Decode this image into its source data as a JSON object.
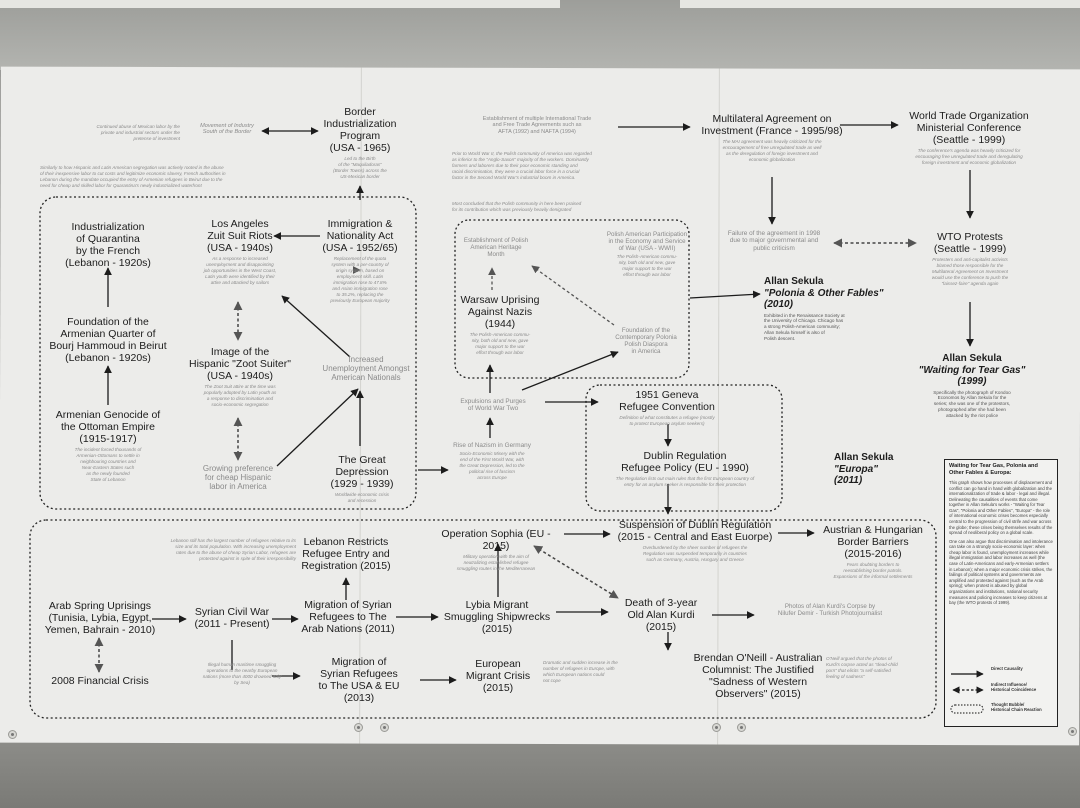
{
  "colors": {
    "ink": "#1c1c1c",
    "faint": "#8a8a8a",
    "paper": "#ececea"
  },
  "nodes": {
    "border": {
      "title": "Border\nIndustrialization\nProgram\n(USA - 1965)",
      "sub": "Led to the Birth\nof the \"Maquiladoras\"\n(Border Towns) across the\nUS-Mexican border"
    },
    "movement": {
      "title": "Movement of Industry\nSouth of the Border"
    },
    "fta": {
      "title": "Establishment of multiple International Trade\nand Free Trade Agreements such as\nAFTA (1992) and NAFTA (1994)"
    },
    "mai": {
      "title": "Multilateral Agreement on\nInvestment (France - 1995/98)",
      "sub": "The MAI agreement was heavily criticized for the\nencouragement of free unregulated trade as well\nas the deregulation of foreign investment and\neconomic globalization"
    },
    "wto": {
      "title": "World Trade Organization\nMinisterial Conference\n(Seattle - 1999)",
      "sub": "The conference's agenda was heavily criticized for\nencouraging free unregulated trade and deregulating\nforeign investment and economic globalization"
    },
    "quarantina": {
      "title": "Industrialization\nof Quarantina\nby the French\n(Lebanon - 1920s)"
    },
    "la_riots": {
      "title": "Los Angeles\nZuit Suit Riots\n(USA - 1940s)",
      "sub": "As a response to increased\nunemployment and disappointing\njob opportunities in the West Coast,\nLatin youth were identified by their\nattire and attacked by sailors"
    },
    "immigration": {
      "title": "Immigration &\nNationality Act\n(USA - 1952/65)",
      "sub": "Replacement of the quota\nsystem with a per-country of\norigin system, based on\nemployment skill. Latin\nimmigration rose to 47.8%\nand Asian immigration rose\nto 35.2%, replacing the\npreviously European majority"
    },
    "armenian_quarter": {
      "title": "Foundation of the\nArmenian Quarter of\nBourj Hammoud in Beirut\n(Lebanon - 1920s)"
    },
    "zoot": {
      "title": "Image of the\nHispanic \"Zoot Suiter\"\n(USA - 1940s)",
      "sub": "The Zoot Suit attire at the time was\npopularly adopted by Latin youth as\na response to discrimination and\nsocio-economic segregation"
    },
    "unemployment": {
      "title": "Increased\nUnemployment Amongst\nAmerican Nationals"
    },
    "genocide": {
      "title": "Armenian Genocide of\nthe Ottoman Empire\n(1915-1917)",
      "sub": "The incident forced thousands of\nArmenian-Ottomans to settle in\nneighbouring countries and\nNear-Eastern States such\nas the newly founded\nState of Lebanon"
    },
    "preference": {
      "title": "Growing preference\nfor cheap Hispanic\nlabor in America"
    },
    "depression": {
      "title": "The Great\nDepression\n(1929 - 1939)",
      "sub": "Worldwide economic crisis\nand recession"
    },
    "polish_heritage": {
      "title": "Establishment of Polish\nAmerican Heritage\nMonth"
    },
    "polish_participation": {
      "title": "Polish American Participation\nin the Economy and Service\nof War (USA - WWII)",
      "sub": "The Polish-American commu-\nnity, both old and new, gave\nmajor support to the war\neffort through war labor"
    },
    "warsaw": {
      "title": "Warsaw Uprising\nAgainst Nazis\n(1944)",
      "sub": "The Polish-American commu-\nnity, both old and new, gave\nmajor support to the war\neffort through war labor"
    },
    "polish_diaspora": {
      "title": "Foundation of the\nContemporary Polonia\nPolish Diaspora\nin America"
    },
    "failure": {
      "title": "Failure of the agreement in 1998\ndue to major governmental and\npublic criticism"
    },
    "wto_protests": {
      "title": "WTO Protests\n(Seattle - 1999)",
      "sub": "Protesters and anti-capitalist activists\nblamed those responsible for the\nMultilateral Agreement on Investment\nwould use the conference to push the\n\"laissez-faire\" agenda again"
    },
    "polonia": {
      "title": "Allan Sekula",
      "work": "\"Polonia & Other Fables\"\n(2010)",
      "sub": "Exhibited in the Renaissance Society at\nthe University of Chicago. Chicago has\na strong Polish-American community;\nAllan Sekula himself is also of\nPolish descent."
    },
    "tear_gas": {
      "title": "Allan Sekula",
      "work": "\"Waiting for Tear Gas\"\n(1999)",
      "sub": "Specifically the photograph of Kondoo\nEconomos by Allan Sekula for the\nseries; she was one of the protestors,\nphotographed after she had been\nattacked by the riot police"
    },
    "purges": {
      "title": "Expulsions and Purges\nof World War Two"
    },
    "nazism": {
      "title": "Rise of Nazism in Germany",
      "sub": "Socio-Economic Misery with the\nend of the First World War, with\nthe Great Depression, led to the\npolitical rise of fascism\nacross Europe"
    },
    "geneva": {
      "title": "1951 Geneva\nRefugee Convention",
      "sub": "Definition of what constitutes a refugee (mostly\nto protect European asylum seekers)"
    },
    "dublin": {
      "title": "Dublin Regulation\nRefugee Policy (EU - 1990)",
      "sub": "The Regulation lists out main rules that the first European country of\nentry for an asylum seeker is responsible for their protection"
    },
    "europa": {
      "title": "Allan Sekula",
      "work": "\"Europa\"\n(2011)"
    },
    "suspension": {
      "title": "Suspension of Dublin Regulation\n(2015 - Central and East Euorpe)",
      "sub": "Overburdened by the sheer number of refugees the\nRegulation was suspended temporarily in countries\nsuch as Germany, Austria, Hungary and Greece"
    },
    "barriers": {
      "title": "Austrian & Hungarian\nBorder Barriers\n(2015-2016)",
      "sub": "Fears doubting borders to\nreestablishing border patrols.\nExpansions of the informal settlements"
    },
    "lebanon_restricts": {
      "title": "Lebanon Restricts\nRefugee Entry and\nRegistration (2015)"
    },
    "sophia": {
      "title": "Operation Sophia (EU - 2015)",
      "sub": "Military operation with the aim of\nneutralizing established refugee\nsmuggling routes in the Mediterranean"
    },
    "arab_spring": {
      "title": "Arab Spring Uprisings\n(Tunisia, Lybia, Egypt,\nYemen, Bahrain - 2010)"
    },
    "syria": {
      "title": "Syrian Civil War\n(2011 - Present)"
    },
    "migration_arab": {
      "title": "Migration of Syrian\nRefugees to The\nArab Nations (2011)"
    },
    "libya": {
      "title": "Lybia Migrant\nSmuggling Shipwrecks\n(2015)"
    },
    "kurdi": {
      "title": "Death of 3-year\nOld Alan Kurdi\n(2015)"
    },
    "kurdi_photo": {
      "title": "Photos of Alan Kurdi's Corpse by\nNilufer Demir - Turkish Photojournalist"
    },
    "financial": {
      "title": "2008 Financial Crisis"
    },
    "migration_eu": {
      "title": "Migration of\nSyrian Refugees\nto The USA & EU\n(2013)"
    },
    "crisis": {
      "title": "European\nMigrant Crisis\n(2015)"
    },
    "oneill": {
      "title": "Brendan O'Neill - Australian\nColumnist: The Justified\n\"Sadness of Western\nObservers\" (2015)"
    }
  },
  "notes": {
    "mexican": "Continued abuse of Mexican labor by the\nprivate and industrial sectors under the\npretense of investment",
    "similarly": "Similarly to how Hispanic and Latin American segregation was actively rooted in the abuse\nof their inexpensive labor to cut costs and legitimize economic slavery, French authorities in\nLebanon during the mandate occupied the entry of Armenian refugees in Beirut due to the\nneed for cheap and skilled labor for Quarantina's newly industrialized waterfront",
    "polish_wwii": "Prior to World War II, the Polish community of America was regarded\nas inferior to the \"Anglo-Saxon\" majority of the workers. Dominantly\nfarmers and laborers due to their poor economic standing and\nracial discrimination, they were a crucial labor force in a crucial\nfactor in the Second World War's industrial boom in America.",
    "polish_post": "Most concluded that the Polish community in here been praised\nfor its contribution which was previously heavily denigrated",
    "lebanon_refugees": "Lebanon still has the largest number of refugees relative to its\nsize and its total population. With increasing unemployment\nrates due to the abuse of cheap Syrian Labor, refugees are\nprotected against in spite of their irresponsibility",
    "illegal": "Illegal human maritime smuggling\noperations to the nearby European\nnations (more than 4000 drowned Italy\nby Sea)",
    "dramatic": "Dramatic and sudden increase in the\nnumber of refugees in Europe, with\nwhich European nations could\nnot cope",
    "oneill_note": "O'Neill argued that the photos of\nKurdi's corpse acted as \"dead-child\nporn\" that elicits \"a self-satisfied\nfeeling of sadness\""
  },
  "legend": {
    "title": "Waiting for Tear Gas, Polonia and Other Fables & Europa:",
    "body1": "This graph shows how processes of displacement and conflict can go hand in hand with globalization and the internationalization of trade & labor - legal and illegal. Delineating the causalities of events that come together in Allan Sekula's works - \"Waiting for Tear Gas\", \"Polonia and Other Fables\", \"Europa\" - the role of international economic crises becomes especially central to the progression of civil strife and war across the globe; these crises being themselves results of the spread of neoliberal policy on a global scale.",
    "body2": "One can also argue that discrimination and intolerance can take on a strongly socio-economic layer: when cheap labor is found, unemployment increases while illegal immigration and labor increases as well (the case of Latin-Americans and early-Armenian settlers in Lebanon); when a major economic crisis strikes, the failings of political systems and governments are amplified and protested against (such as the Arab spring); when protest is abused by global organizations and institutions, national security measures and policing increases to keep citizens at bay (the WTO protests of 1999).",
    "direct": "Direct Causality",
    "indirect": "Indirect Influence/\nHistorical Coincidence",
    "bubble": "Thought Bubble/\nHistorical Chain Reaction"
  }
}
